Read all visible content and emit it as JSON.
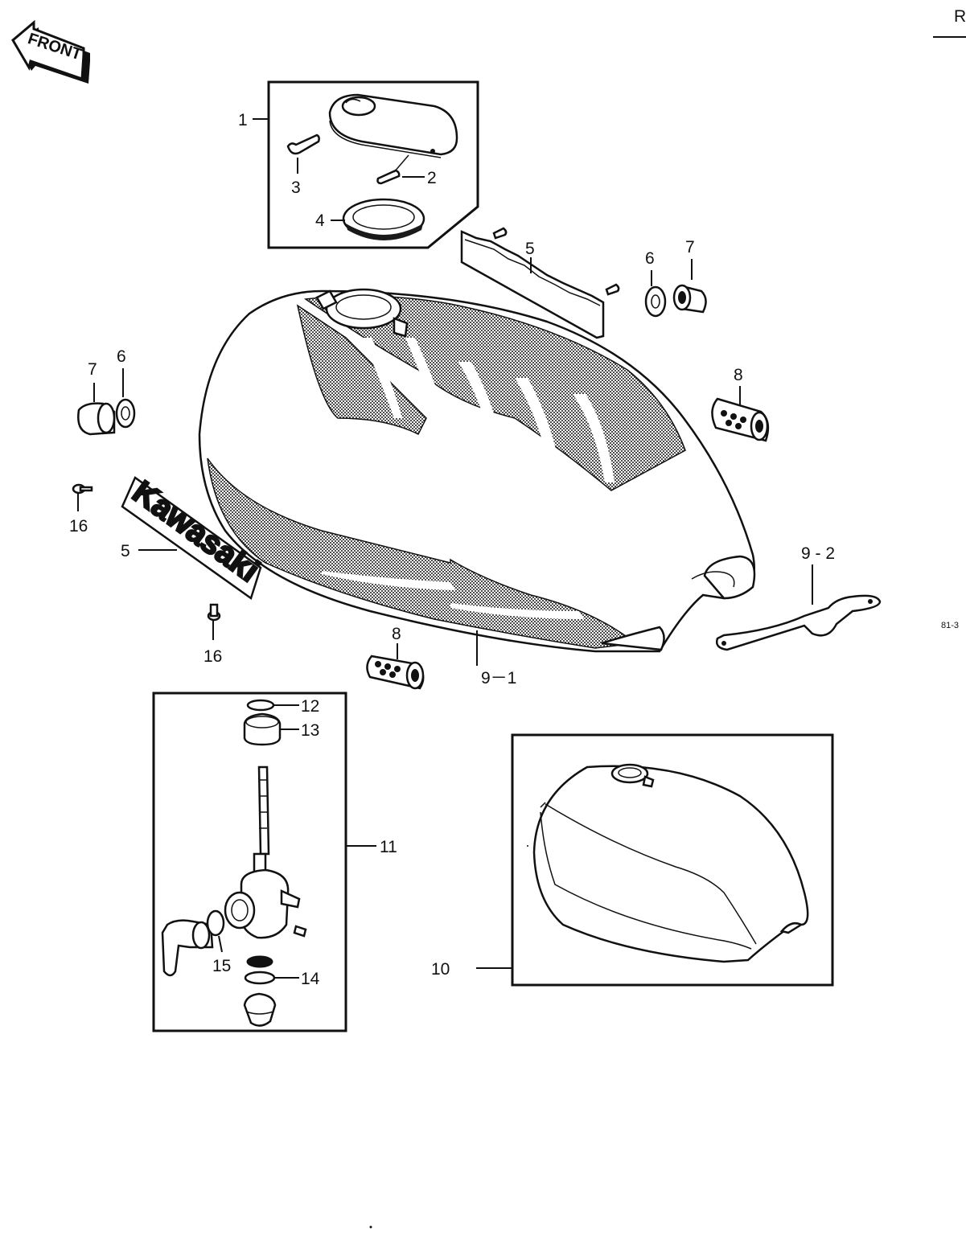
{
  "corner_mark": "R",
  "side_code": "81-3",
  "front_arrow": {
    "text": "FRONT",
    "icon": "front-direction-arrow-icon"
  },
  "brand_decal": "Kawasaki",
  "callouts": [
    {
      "id": "1",
      "label": "1"
    },
    {
      "id": "2",
      "label": "2"
    },
    {
      "id": "3",
      "label": "3"
    },
    {
      "id": "4",
      "label": "4"
    },
    {
      "id": "5a",
      "label": "5"
    },
    {
      "id": "5b",
      "label": "5"
    },
    {
      "id": "6a",
      "label": "6"
    },
    {
      "id": "6b",
      "label": "6"
    },
    {
      "id": "7a",
      "label": "7"
    },
    {
      "id": "7b",
      "label": "7"
    },
    {
      "id": "8a",
      "label": "8"
    },
    {
      "id": "8b",
      "label": "8"
    },
    {
      "id": "9-1",
      "label": "9－1"
    },
    {
      "id": "9-2",
      "label": "9 - 2"
    },
    {
      "id": "10",
      "label": "10"
    },
    {
      "id": "11",
      "label": "11"
    },
    {
      "id": "12",
      "label": "12"
    },
    {
      "id": "13",
      "label": "13"
    },
    {
      "id": "14",
      "label": "14"
    },
    {
      "id": "15",
      "label": "15"
    },
    {
      "id": "16a",
      "label": "16"
    },
    {
      "id": "16b",
      "label": "16"
    }
  ]
}
